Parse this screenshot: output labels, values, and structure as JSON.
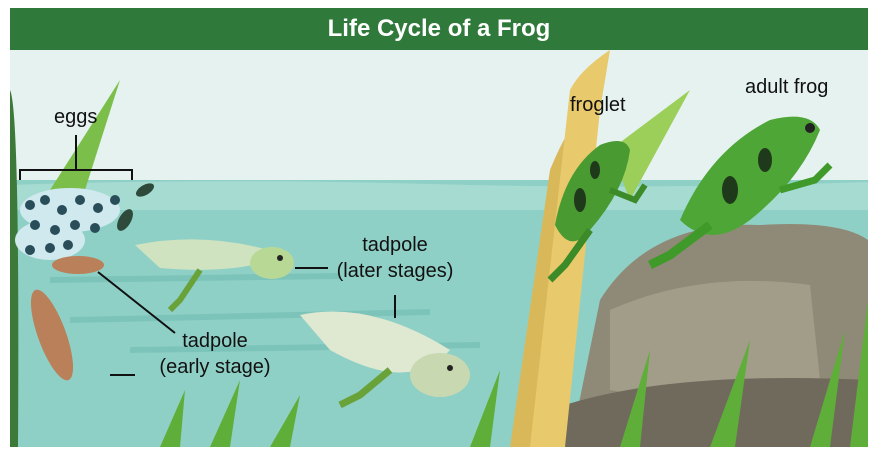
{
  "title": "Life Cycle of a Frog",
  "labels": {
    "eggs": "eggs",
    "froglet": "froglet",
    "adult_frog": "adult frog",
    "tadpole_later_line1": "tadpole",
    "tadpole_later_line2": "(later stages)",
    "tadpole_early_line1": "tadpole",
    "tadpole_early_line2": "(early stage)"
  },
  "colors": {
    "title_bar": "#2f7a3b",
    "sky": "#e4f1ee",
    "water": "#8ecfc6",
    "rock": "#8d8a7a",
    "frog_green": "#4aa52e",
    "plant_green": "#5fae3a"
  }
}
